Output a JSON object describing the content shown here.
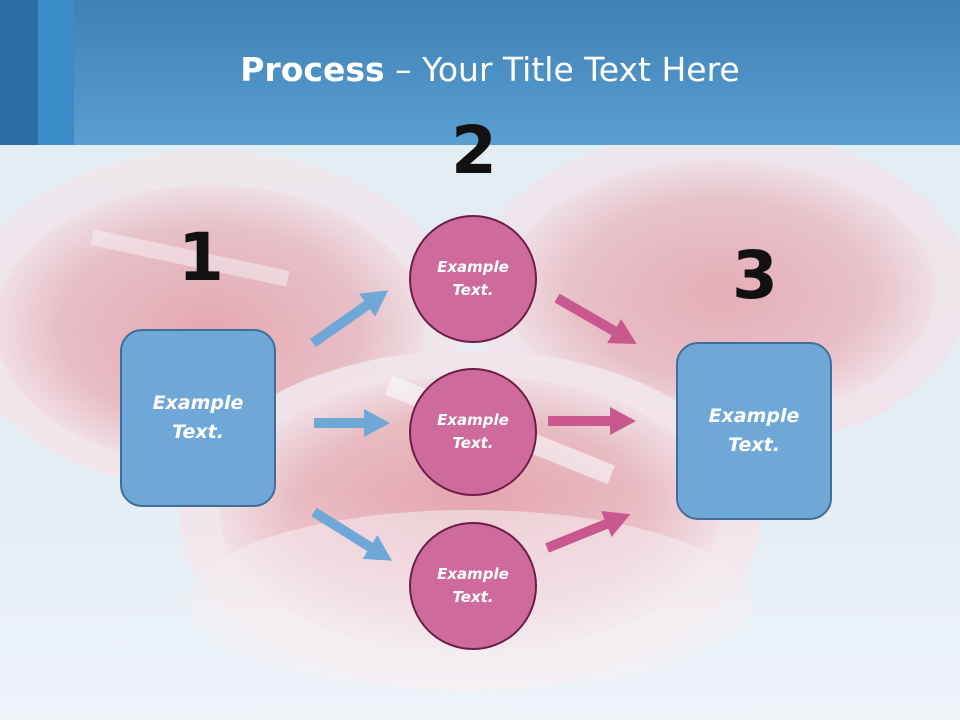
{
  "title": {
    "bold": "Process",
    "rest": " – Your Title Text Here"
  },
  "steps": [
    {
      "number": "1",
      "text": "Example\nText."
    },
    {
      "number": "2",
      "texts": [
        "Example\nText.",
        "Example\nText.",
        "Example\nText."
      ]
    },
    {
      "number": "3",
      "text": "Example\nText."
    }
  ],
  "colors": {
    "header": "#5a9fd1",
    "box": "#6fa8d6",
    "circle": "#cf6b9c",
    "arrow_in": "#6fa8d6",
    "arrow_out": "#c9588f"
  }
}
